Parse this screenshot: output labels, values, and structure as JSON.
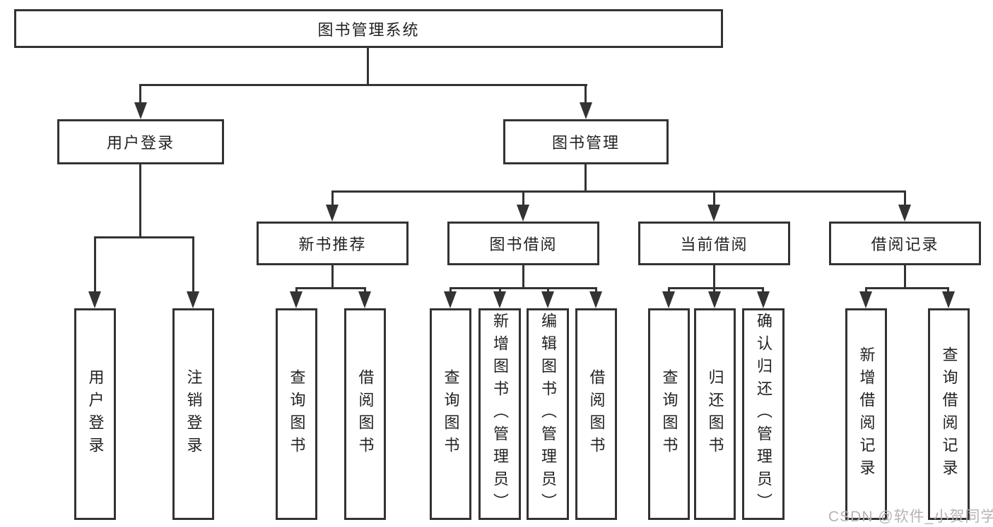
{
  "diagram": {
    "root": {
      "label": "图书管理系统"
    },
    "branches": [
      {
        "label": "用户登录",
        "children": [
          {
            "label": "用户登录"
          },
          {
            "label": "注销登录"
          }
        ]
      },
      {
        "label": "图书管理",
        "children": [
          {
            "label": "新书推荐",
            "children": [
              {
                "label": "查询图书"
              },
              {
                "label": "借阅图书"
              }
            ]
          },
          {
            "label": "图书借阅",
            "children": [
              {
                "label": "查询图书"
              },
              {
                "label": "新增图书（管理员）"
              },
              {
                "label": "编辑图书（管理员）"
              },
              {
                "label": "借阅图书"
              }
            ]
          },
          {
            "label": "当前借阅",
            "children": [
              {
                "label": "查询图书"
              },
              {
                "label": "归还图书"
              },
              {
                "label": "确认归还（管理员）"
              }
            ]
          },
          {
            "label": "借阅记录",
            "children": [
              {
                "label": "新增借阅记录"
              },
              {
                "label": "查询借阅记录"
              }
            ]
          }
        ]
      }
    ]
  },
  "watermark": {
    "text": "CSDN @软件_小贺同学"
  },
  "colors": {
    "line": "#333333",
    "box_border": "#333333",
    "text": "#222222",
    "background": "#ffffff",
    "watermark": "#b4b4b4"
  }
}
